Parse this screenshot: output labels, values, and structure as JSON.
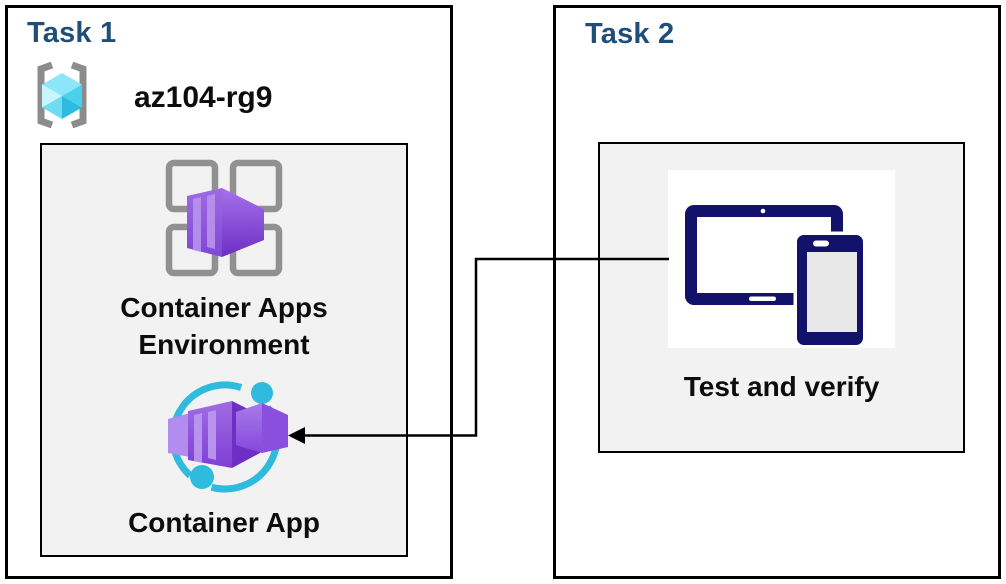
{
  "task1": {
    "title": "Task 1",
    "resource_group_name": "az104-rg9",
    "environment_label_line1": "Container Apps",
    "environment_label_line2": "Environment",
    "container_app_label": "Container App"
  },
  "task2": {
    "title": "Task 2",
    "test_label": "Test and verify"
  },
  "icons": {
    "resource_group": "azure-resource-group-brackets-cube",
    "environment": "container-apps-environment-grid-with-purple-container",
    "container_app": "purple-container-with-teal-orbit",
    "devices": "tablet-and-smartphone"
  },
  "colors": {
    "task_title_blue": "#1F4E79",
    "box_border": "#000000",
    "panel_fill": "#F2F2F2",
    "label_black": "#0D0D0D",
    "device_navy": "#12126B",
    "phone_screen_gray": "#E8E8E8",
    "container_purple_light": "#B794EC",
    "container_purple_mid": "#9059DD",
    "container_purple_dark": "#6D2FC4",
    "orbit_teal": "#2FBBDE",
    "bracket_gray": "#8C8C8C",
    "cube_cyan_top": "#8AE6F8",
    "cube_cyan_pale": "#C9F5FD",
    "cube_cyan_dark": "#2CBCE2"
  },
  "connector": {
    "from": "test-and-verify-card",
    "to": "container-app-icon",
    "path": "right-of-container-app to left-of-device-card"
  }
}
